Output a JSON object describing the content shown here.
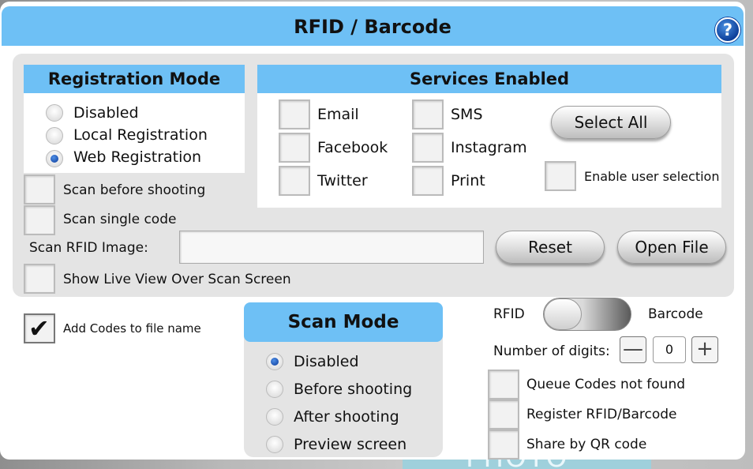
{
  "dialog": {
    "title": "RFID / Barcode",
    "help_label": "?"
  },
  "registration_mode": {
    "header": "Registration Mode",
    "options": [
      {
        "label": "Disabled",
        "selected": false
      },
      {
        "label": "Local Registration",
        "selected": false
      },
      {
        "label": "Web Registration",
        "selected": true
      }
    ]
  },
  "services": {
    "header": "Services Enabled",
    "items": [
      {
        "label": "Email",
        "checked": false
      },
      {
        "label": "Facebook",
        "checked": false
      },
      {
        "label": "Twitter",
        "checked": false
      },
      {
        "label": "SMS",
        "checked": false
      },
      {
        "label": "Instagram",
        "checked": false
      },
      {
        "label": "Print",
        "checked": false
      }
    ],
    "select_all_label": "Select All",
    "enable_user_selection_label": "Enable user selection"
  },
  "scan_options": {
    "scan_before_shooting": "Scan before shooting",
    "scan_single_code": "Scan single code",
    "scan_rfid_image_label": "Scan RFID Image:",
    "scan_rfid_image_value": "",
    "reset_label": "Reset",
    "open_file_label": "Open File",
    "show_live_view": "Show Live View Over Scan Screen"
  },
  "add_codes": {
    "label": "Add Codes to file name",
    "checked": true
  },
  "scan_mode": {
    "header": "Scan Mode",
    "options": [
      {
        "label": "Disabled",
        "selected": true
      },
      {
        "label": "Before shooting",
        "selected": false
      },
      {
        "label": "After shooting",
        "selected": false
      },
      {
        "label": "Preview screen",
        "selected": false
      }
    ]
  },
  "code_type": {
    "left_label": "RFID",
    "right_label": "Barcode",
    "selected": "RFID"
  },
  "digits": {
    "label": "Number of digits:",
    "value": "0",
    "minus": "—",
    "plus": "+"
  },
  "right_options": {
    "queue_codes": "Queue Codes not found",
    "register": "Register RFID/Barcode",
    "share_qr": "Share by QR code"
  },
  "background": {
    "bottom_text": "PHOTO"
  },
  "colors": {
    "accent_blue": "#6ec0f5",
    "panel_gray": "#e4e4e4"
  }
}
